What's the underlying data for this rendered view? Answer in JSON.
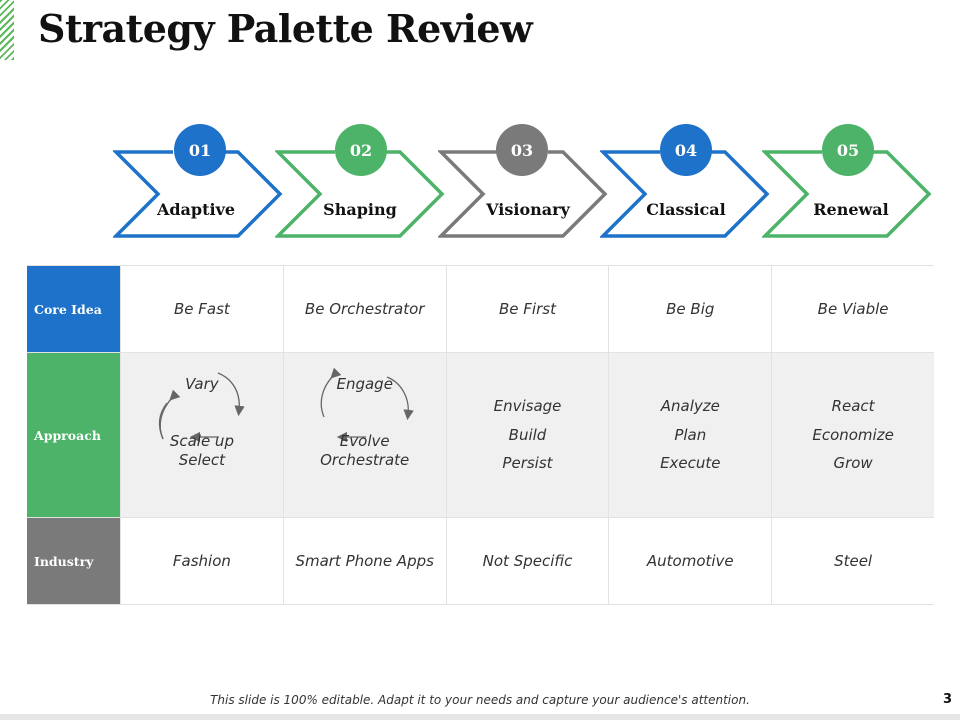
{
  "slide": {
    "title": "Strategy Palette Review",
    "footer": "This slide is 100% editable. Adapt it to your needs and capture your audience's attention.",
    "page_number": "3"
  },
  "colors": {
    "blue": "#1f72c9",
    "green": "#4cb369",
    "gray": "#7a7a7a"
  },
  "steps": [
    {
      "num": "01",
      "label": "Adaptive",
      "color": "#1f72c9"
    },
    {
      "num": "02",
      "label": "Shaping",
      "color": "#4cb369"
    },
    {
      "num": "03",
      "label": "Visionary",
      "color": "#7a7a7a"
    },
    {
      "num": "04",
      "label": "Classical",
      "color": "#1f72c9"
    },
    {
      "num": "05",
      "label": "Renewal",
      "color": "#4cb369"
    }
  ],
  "rows": {
    "core_idea": {
      "header": "Core Idea",
      "cells": [
        "Be Fast",
        "Be Orchestrator",
        "Be First",
        "Be Big",
        "Be Viable"
      ]
    },
    "approach": {
      "header": "Approach",
      "adaptive": {
        "top": "Vary",
        "bottom1": "Scale up",
        "bottom2": "Select"
      },
      "shaping": {
        "top": "Engage",
        "bottom1": "Evolve",
        "bottom2": "Orchestrate"
      },
      "visionary": [
        "Envisage",
        "Build",
        "Persist"
      ],
      "classical": [
        "Analyze",
        "Plan",
        "Execute"
      ],
      "renewal": [
        "React",
        "Economize",
        "Grow"
      ]
    },
    "industry": {
      "header": "Industry",
      "cells": [
        "Fashion",
        "Smart Phone Apps",
        "Not Specific",
        "Automotive",
        "Steel"
      ]
    }
  }
}
